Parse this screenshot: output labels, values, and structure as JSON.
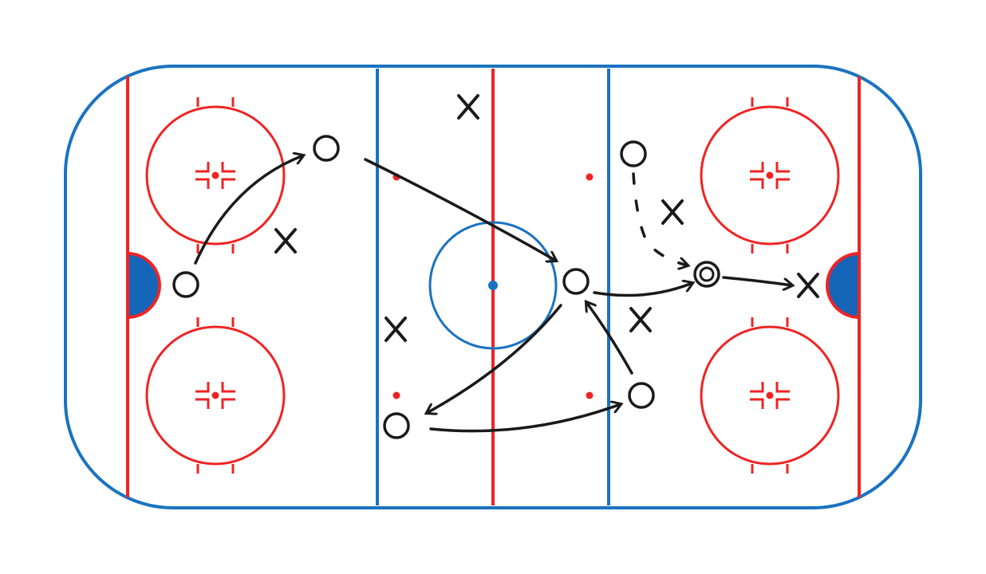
{
  "colors": {
    "boards": "#1a73c0",
    "blue_line": "#1a73c0",
    "red_line": "#ee2424",
    "crease_fill": "#1565b8",
    "ink": "#1a1a1a",
    "ice": "#ffffff"
  },
  "markers": {
    "offense_symbol": "O",
    "defense_symbol": "X",
    "puck_carrier_symbol": "double-circle"
  }
}
